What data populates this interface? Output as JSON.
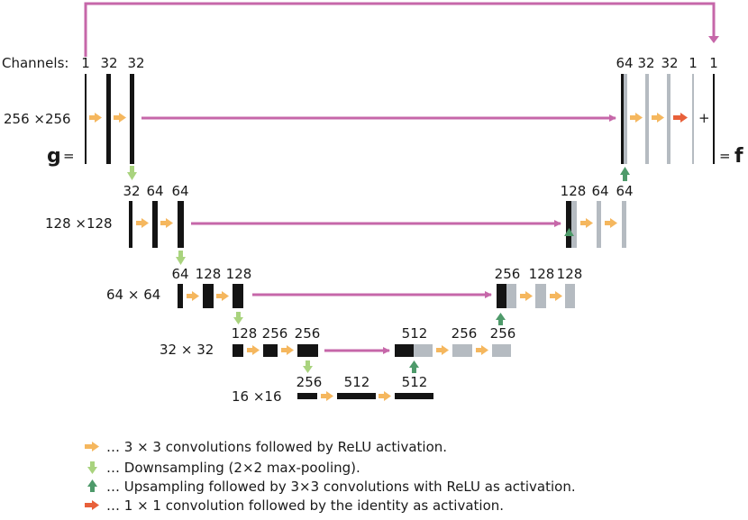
{
  "colors": {
    "conv": "#f5b75e",
    "down": "#a9d37e",
    "up": "#4e9a6a",
    "final": "#e8603a",
    "skip": "#c667a9",
    "enc_bar": "#141414",
    "dec_bar": "#b5bbc1"
  },
  "labels": {
    "channels_prefix": "Channels:",
    "res": [
      "256 ×256",
      "128 ×128",
      "64 × 64",
      "32 × 32",
      "16 ×16"
    ],
    "g_symbol": "g",
    "g_eq": "=",
    "f_eq": "=",
    "f_symbol": "f",
    "plus": "+"
  },
  "channels": {
    "l0_enc": [
      "1",
      "32",
      "32"
    ],
    "l0_dec": [
      "64",
      "32",
      "32",
      "1",
      "1"
    ],
    "l1_enc": [
      "32",
      "64",
      "64"
    ],
    "l1_dec": [
      "128",
      "64",
      "64"
    ],
    "l2_enc": [
      "64",
      "128",
      "128"
    ],
    "l2_dec": [
      "256",
      "128",
      "128"
    ],
    "l3_enc": [
      "128",
      "256",
      "256"
    ],
    "l3_dec": [
      "512",
      "256",
      "256"
    ],
    "l4": [
      "256",
      "512",
      "512"
    ]
  },
  "legend": [
    {
      "icon": "conv-arrow-icon",
      "text": "… 3 × 3 convolutions followed by ReLU activation."
    },
    {
      "icon": "down-arrow-icon",
      "text": "… Downsampling (2×2 max-pooling)."
    },
    {
      "icon": "up-arrow-icon",
      "text": "… Upsampling followed by 3×3 convolutions with ReLU as activation."
    },
    {
      "icon": "final-arrow-icon",
      "text": "… 1 × 1 convolution followed by the identity as activation."
    }
  ]
}
